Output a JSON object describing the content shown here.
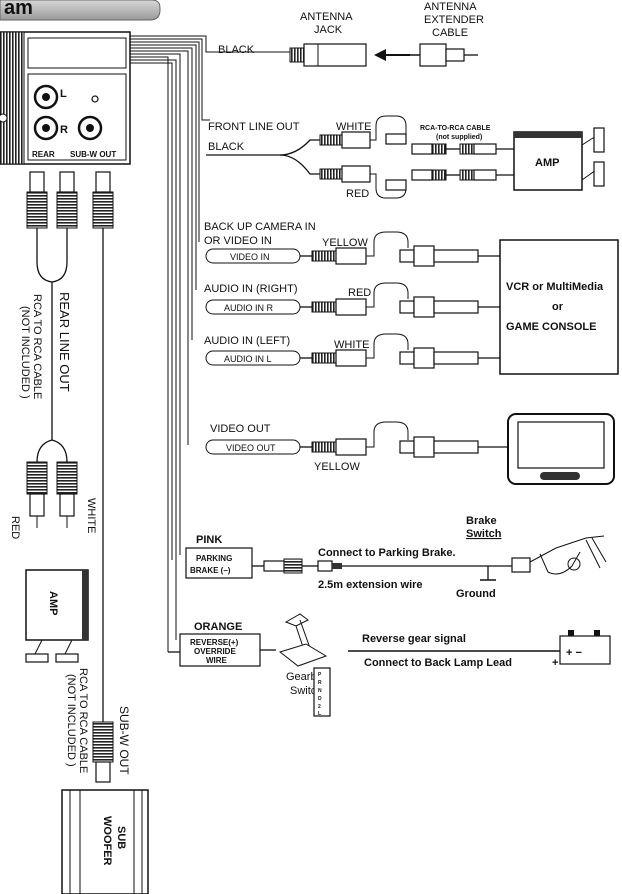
{
  "header": {
    "title_fragment": "am"
  },
  "unit": {
    "left_label": "L",
    "right_label": "R",
    "rear_label": "REAR",
    "subw_label": "SUB-W OUT"
  },
  "antenna": {
    "jack_label_1": "ANTENNA",
    "jack_label_2": "JACK",
    "ext_label_1": "ANTENNA",
    "ext_label_2": "EXTENDER",
    "ext_label_3": "CABLE",
    "wire_color": "BLACK"
  },
  "front_line_out": {
    "label": "FRONT LINE OUT",
    "wire_black": "BLACK",
    "wire_white": "WHITE",
    "wire_red": "RED",
    "cable_note_1": "RCA-TO-RCA CABLE",
    "cable_note_2": "(not supplied)",
    "amp_label": "AMP"
  },
  "video_in": {
    "label_1": "BACK UP CAMERA IN",
    "label_2": "OR VIDEO IN",
    "pill": "VIDEO IN",
    "color": "YELLOW"
  },
  "audio_right": {
    "label": "AUDIO IN (RIGHT)",
    "pill": "AUDIO IN  R",
    "color": "RED"
  },
  "audio_left": {
    "label": "AUDIO IN (LEFT)",
    "pill": "AUDIO IN  L",
    "color": "WHITE"
  },
  "vcr_box": {
    "line_1": "VCR or MultiMedia",
    "line_2": "or",
    "line_3": "GAME CONSOLE"
  },
  "video_out": {
    "label": "VIDEO OUT",
    "pill": "VIDEO OUT",
    "color": "YELLOW"
  },
  "parking": {
    "color": "PINK",
    "box_1": "PARKING",
    "box_2": "BRAKE (–)",
    "connect": "Connect to Parking Brake.",
    "extension": "2.5m extension  wire",
    "ground": "Ground",
    "switch_1": "Brake",
    "switch_2": "Switch"
  },
  "reverse": {
    "color": "ORANGE",
    "box_1": "REVERSE(+)",
    "box_2": "OVERRIDE",
    "box_3": "WIRE",
    "gearbox_1": "Gearbox",
    "gearbox_2": "Switch",
    "signal": "Reverse gear signal",
    "connect": "Connect to Back Lamp Lead",
    "plus": "+",
    "battery": "+ −",
    "gears": "P R N D 2 L"
  },
  "rear_line_out": {
    "label": "REAR LINE OUT",
    "cable_1": "RCA TO RCA CABLE",
    "cable_2": "(NOT INCLUDED )",
    "white": "WHITE",
    "red": "RED",
    "amp_label": "AMP"
  },
  "subwoofer": {
    "out_label": "SUB-W OUT",
    "cable_1": "RCA TO RCA CABLE",
    "cable_2": "(NOT INCLUDED )",
    "label_1": "SUB",
    "label_2": "WOOFER"
  }
}
